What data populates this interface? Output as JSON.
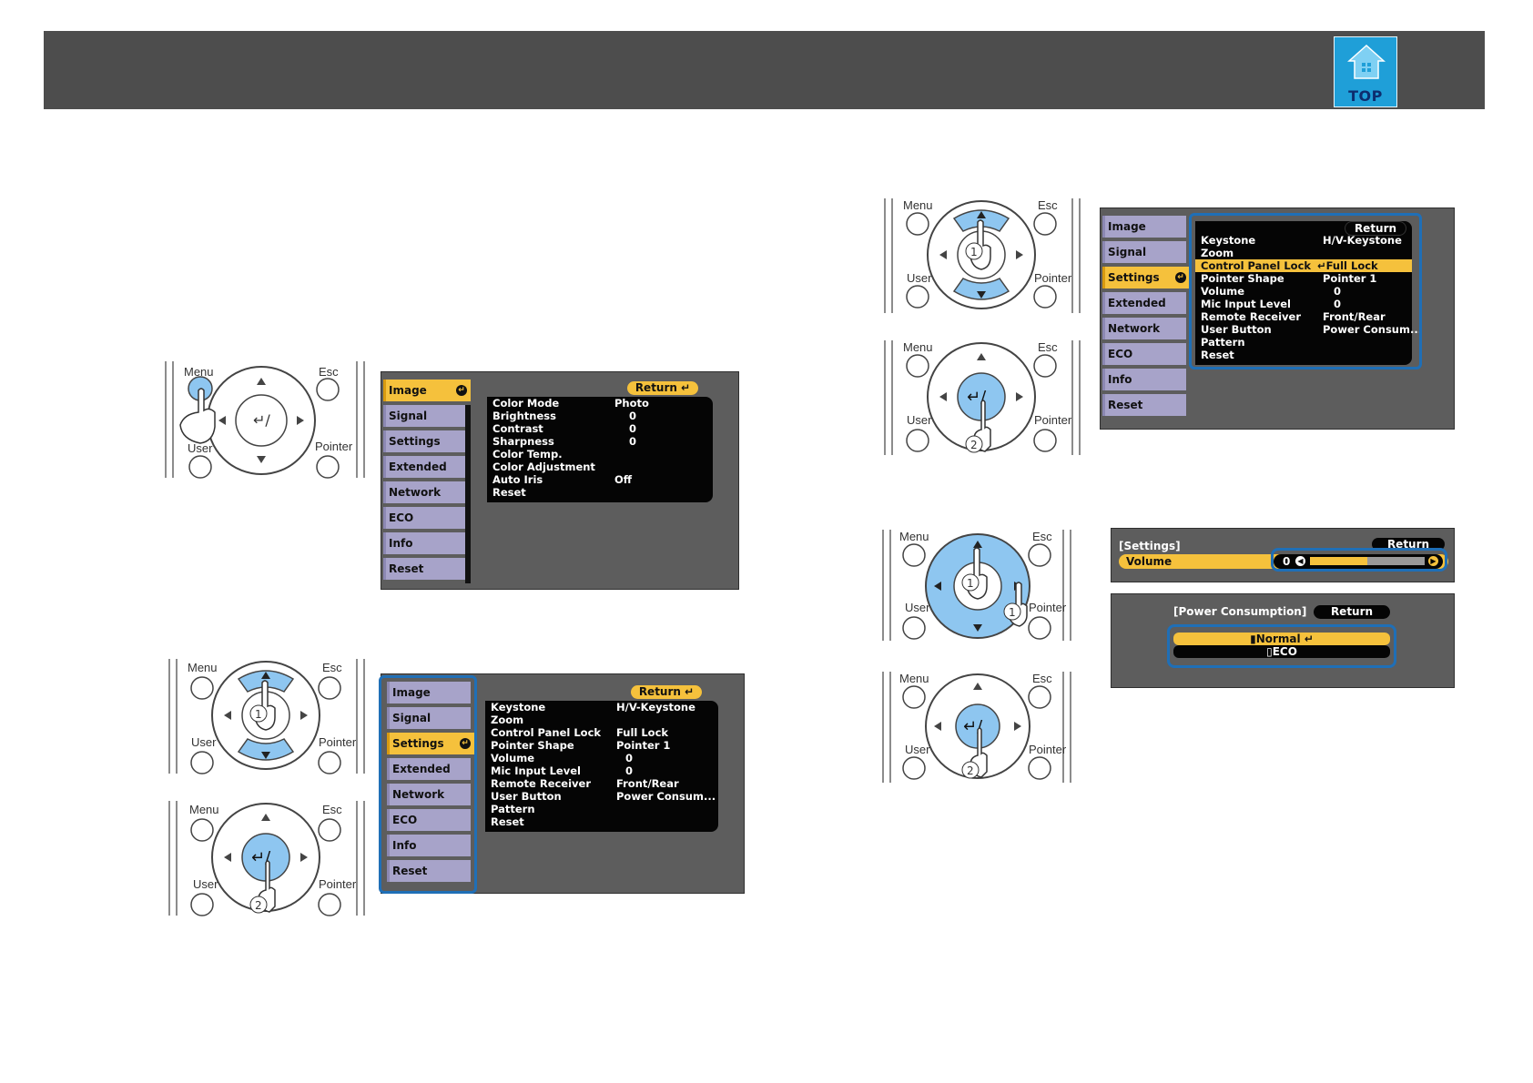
{
  "header": {
    "top_button_label": "TOP"
  },
  "remote": {
    "menu": "Menu",
    "esc": "Esc",
    "user": "User",
    "pointer": "Pointer",
    "step1": "1",
    "step2": "2"
  },
  "colors": {
    "accent_blue": "#1f6fb7",
    "button_blue": "#8ec6f0",
    "menu_yellow": "#f5c13c",
    "menu_lavender": "#a7a3c9"
  },
  "sidebar": {
    "items": [
      {
        "label": "Image"
      },
      {
        "label": "Signal"
      },
      {
        "label": "Settings"
      },
      {
        "label": "Extended"
      },
      {
        "label": "Network"
      },
      {
        "label": "ECO"
      },
      {
        "label": "Info"
      },
      {
        "label": "Reset"
      }
    ]
  },
  "image_menu": {
    "return": "Return",
    "rows": [
      {
        "key": "Color Mode",
        "value": "Photo"
      },
      {
        "key": "Brightness",
        "value": "0"
      },
      {
        "key": "Contrast",
        "value": "0"
      },
      {
        "key": "Sharpness",
        "value": "0"
      },
      {
        "key": "Color Temp.",
        "value": ""
      },
      {
        "key": "Color Adjustment",
        "value": ""
      },
      {
        "key": "Auto Iris",
        "value": "Off"
      },
      {
        "key": "Reset",
        "value": ""
      }
    ]
  },
  "settings_menu": {
    "return": "Return",
    "rows": [
      {
        "key": "Keystone",
        "value": "H/V-Keystone"
      },
      {
        "key": "Zoom",
        "value": ""
      },
      {
        "key": "Control Panel Lock",
        "value": "Full Lock"
      },
      {
        "key": "Pointer Shape",
        "value": "Pointer 1"
      },
      {
        "key": "Volume",
        "value": "0"
      },
      {
        "key": "Mic Input Level",
        "value": "0"
      },
      {
        "key": "Remote Receiver",
        "value": "Front/Rear"
      },
      {
        "key": "User Button",
        "value": "Power Consum..."
      },
      {
        "key": "Pattern",
        "value": ""
      },
      {
        "key": "Reset",
        "value": ""
      }
    ]
  },
  "volume_dialog": {
    "title": "[Settings]",
    "return": "Return",
    "label": "Volume",
    "value": "0",
    "level_fraction": 0.5
  },
  "power_dialog": {
    "title": "[Power Consumption]",
    "return": "Return",
    "options": [
      {
        "label": "Normal"
      },
      {
        "label": "ECO"
      }
    ]
  }
}
